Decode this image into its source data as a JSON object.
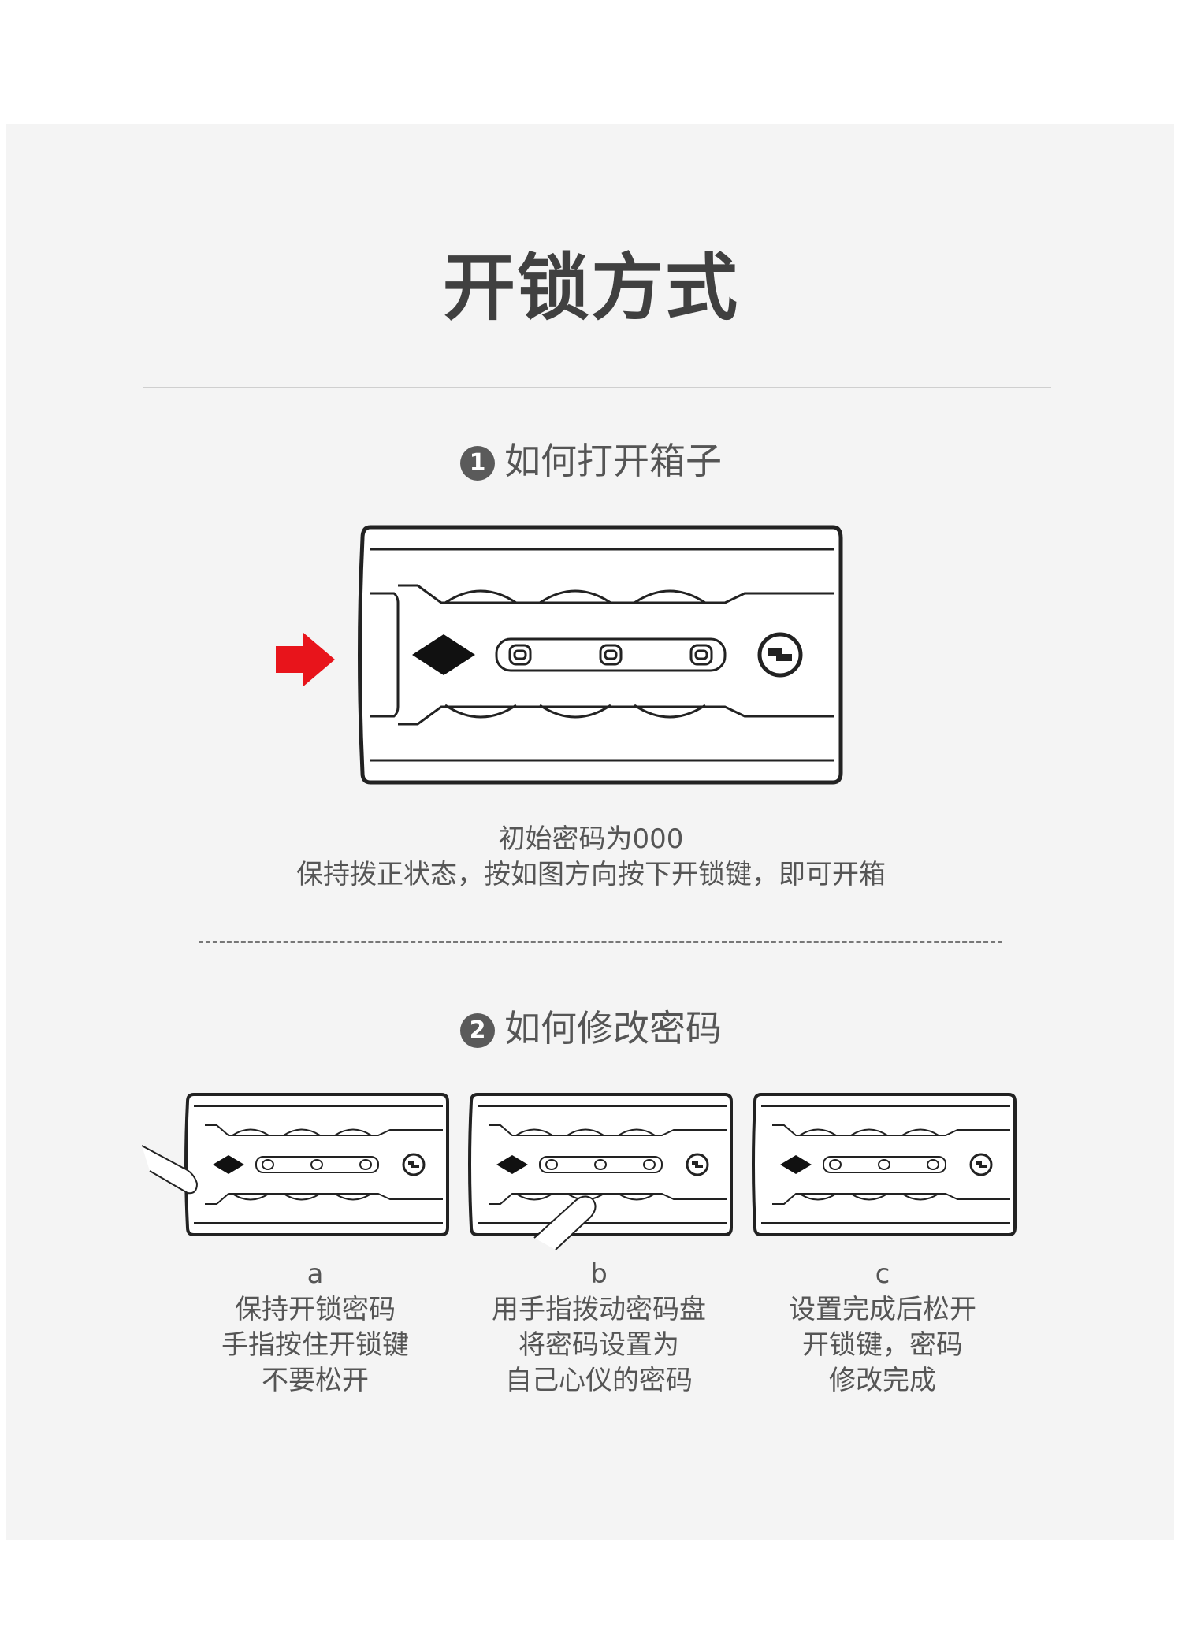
{
  "title": "开锁方式",
  "section1": {
    "number": "1",
    "heading": "如何打开箱子",
    "desc_line1": "初始密码为000",
    "desc_line2": "保持拨正状态，按如图方向按下开锁键，即可开箱"
  },
  "section2": {
    "number": "2",
    "heading": "如何修改密码",
    "steps": [
      {
        "letter": "a",
        "line1": "保持开锁密码",
        "line2": "手指按住开锁键",
        "line3": "不要松开"
      },
      {
        "letter": "b",
        "line1": "用手指拨动密码盘",
        "line2": "将密码设置为",
        "line3": "自己心仪的密码"
      },
      {
        "letter": "c",
        "line1": "设置完成后松开",
        "line2": "开锁键，密码",
        "line3": "修改完成"
      }
    ]
  },
  "colors": {
    "arrow": "#e8141b",
    "panel": "#f4f4f4",
    "ink": "#222222"
  },
  "icons": [
    "arrow-right-icon",
    "diamond-icon",
    "tsa-icon",
    "finger-icon"
  ]
}
